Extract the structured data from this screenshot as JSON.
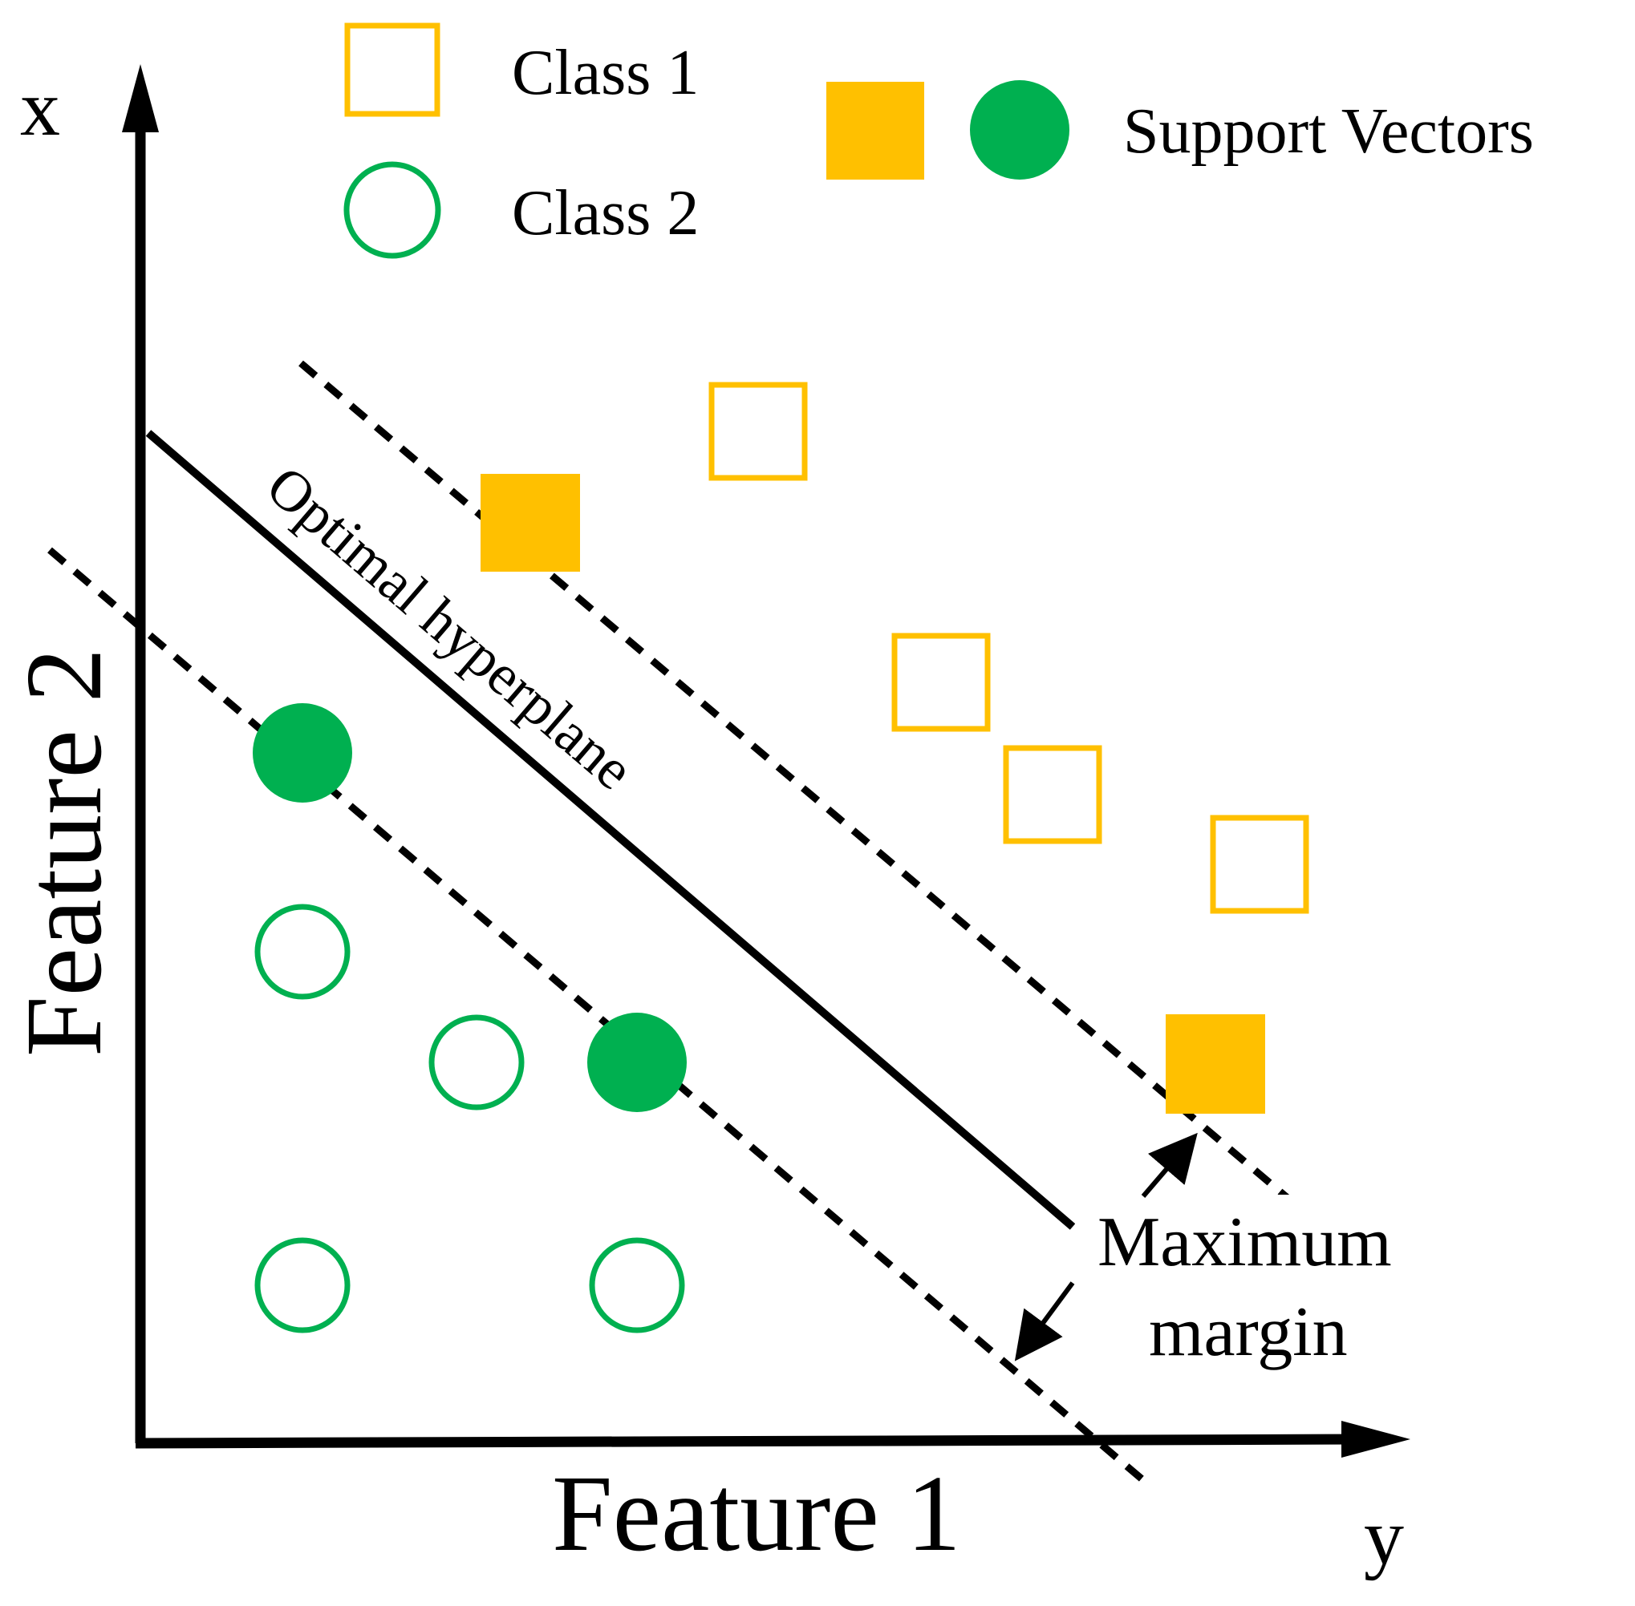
{
  "colors": {
    "class1": "#FFC000",
    "class2": "#00B050",
    "line": "#000000",
    "background": "#FFFFFF"
  },
  "legend": {
    "class1_label": "Class 1",
    "class2_label": "Class 2",
    "support_vectors_label": "Support Vectors"
  },
  "axes": {
    "x_axis_label": "Feature 1",
    "y_axis_label": "Feature 2",
    "x_axis_end_label": "y",
    "y_axis_end_label": "x"
  },
  "annotations": {
    "hyperplane_label": "Optimal hyperplane",
    "margin_label_line1": "Maximum",
    "margin_label_line2": "margin"
  },
  "icons": {
    "class1_marker": "hollow-square",
    "class2_marker": "hollow-circle",
    "support_vector_class1_marker": "filled-square",
    "support_vector_class2_marker": "filled-circle"
  }
}
